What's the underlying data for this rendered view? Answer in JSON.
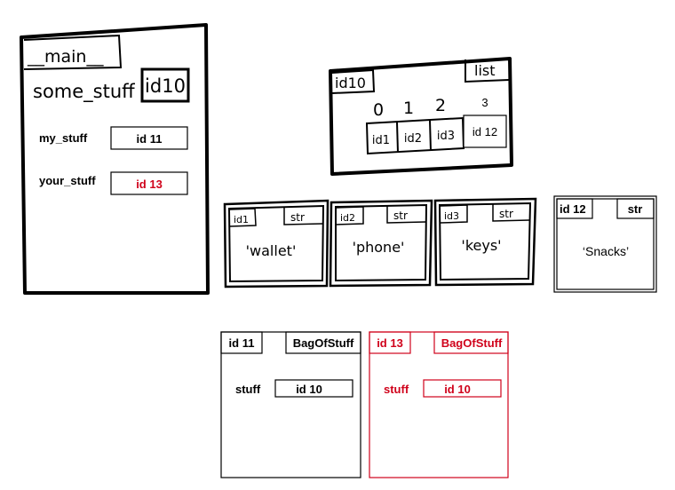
{
  "frame": {
    "name": "__main__",
    "title_var": "some_stuff",
    "title_ref": "id10",
    "vars": [
      {
        "name": "my_stuff",
        "ref": "id 11"
      },
      {
        "name": "your_stuff",
        "ref": "id 13"
      }
    ]
  },
  "list_obj": {
    "id": "id10",
    "type": "list",
    "indices": [
      "0",
      "1",
      "2"
    ],
    "refs": [
      "id1",
      "id2",
      "id3"
    ],
    "extra_index": "3",
    "extra_ref": "id 12"
  },
  "str_objs": [
    {
      "id": "id1",
      "type": "str",
      "value": "'wallet'"
    },
    {
      "id": "id2",
      "type": "str",
      "value": "'phone'"
    },
    {
      "id": "id3",
      "type": "str",
      "value": "'keys'"
    }
  ],
  "typed_str": {
    "id": "id 12",
    "type": "str",
    "value": "‘Snacks’"
  },
  "bags": [
    {
      "id": "id 11",
      "type": "BagOfStuff",
      "attr": "stuff",
      "ref": "id 10"
    },
    {
      "id": "id 13",
      "type": "BagOfStuff",
      "attr": "stuff",
      "ref": "id 10"
    }
  ],
  "colors": {
    "highlight": "#d0021b",
    "ink": "#000000"
  }
}
